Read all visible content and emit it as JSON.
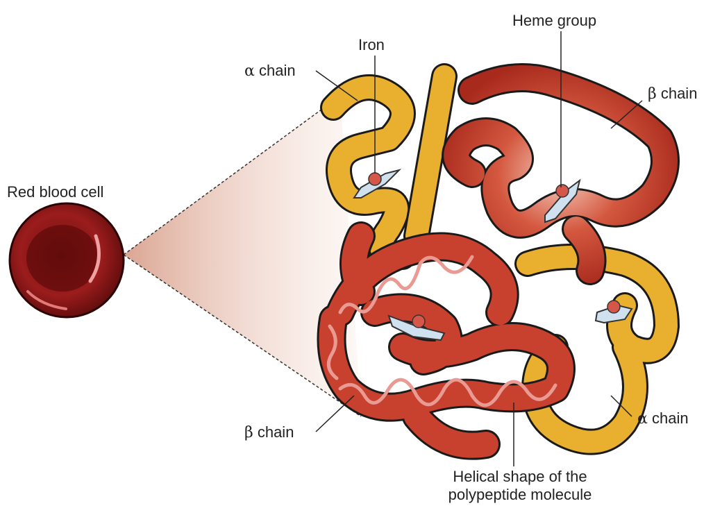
{
  "labels": {
    "alpha_chain_top": {
      "symbol": "α",
      "text": " chain"
    },
    "iron": "Iron",
    "heme_group": "Heme group",
    "beta_chain_top": {
      "symbol": "β",
      "text": " chain"
    },
    "red_blood_cell": "Red blood cell",
    "beta_chain_bottom": {
      "symbol": "β",
      "text": " chain"
    },
    "alpha_chain_bottom": {
      "symbol": "α",
      "text": " chain"
    },
    "helical_shape_line1": "Helical shape of the",
    "helical_shape_line2": "polypeptide molecule"
  },
  "colors": {
    "alpha_chain": "#e8b02e",
    "beta_chain": "#c8402e",
    "beta_chain_dark": "#8e1f15",
    "helix": "#e99a93",
    "heme": "#cfe0ef",
    "iron": "#d4574a",
    "cell": "#8b1a1a",
    "zoom_cone": "#e8b9a6"
  }
}
